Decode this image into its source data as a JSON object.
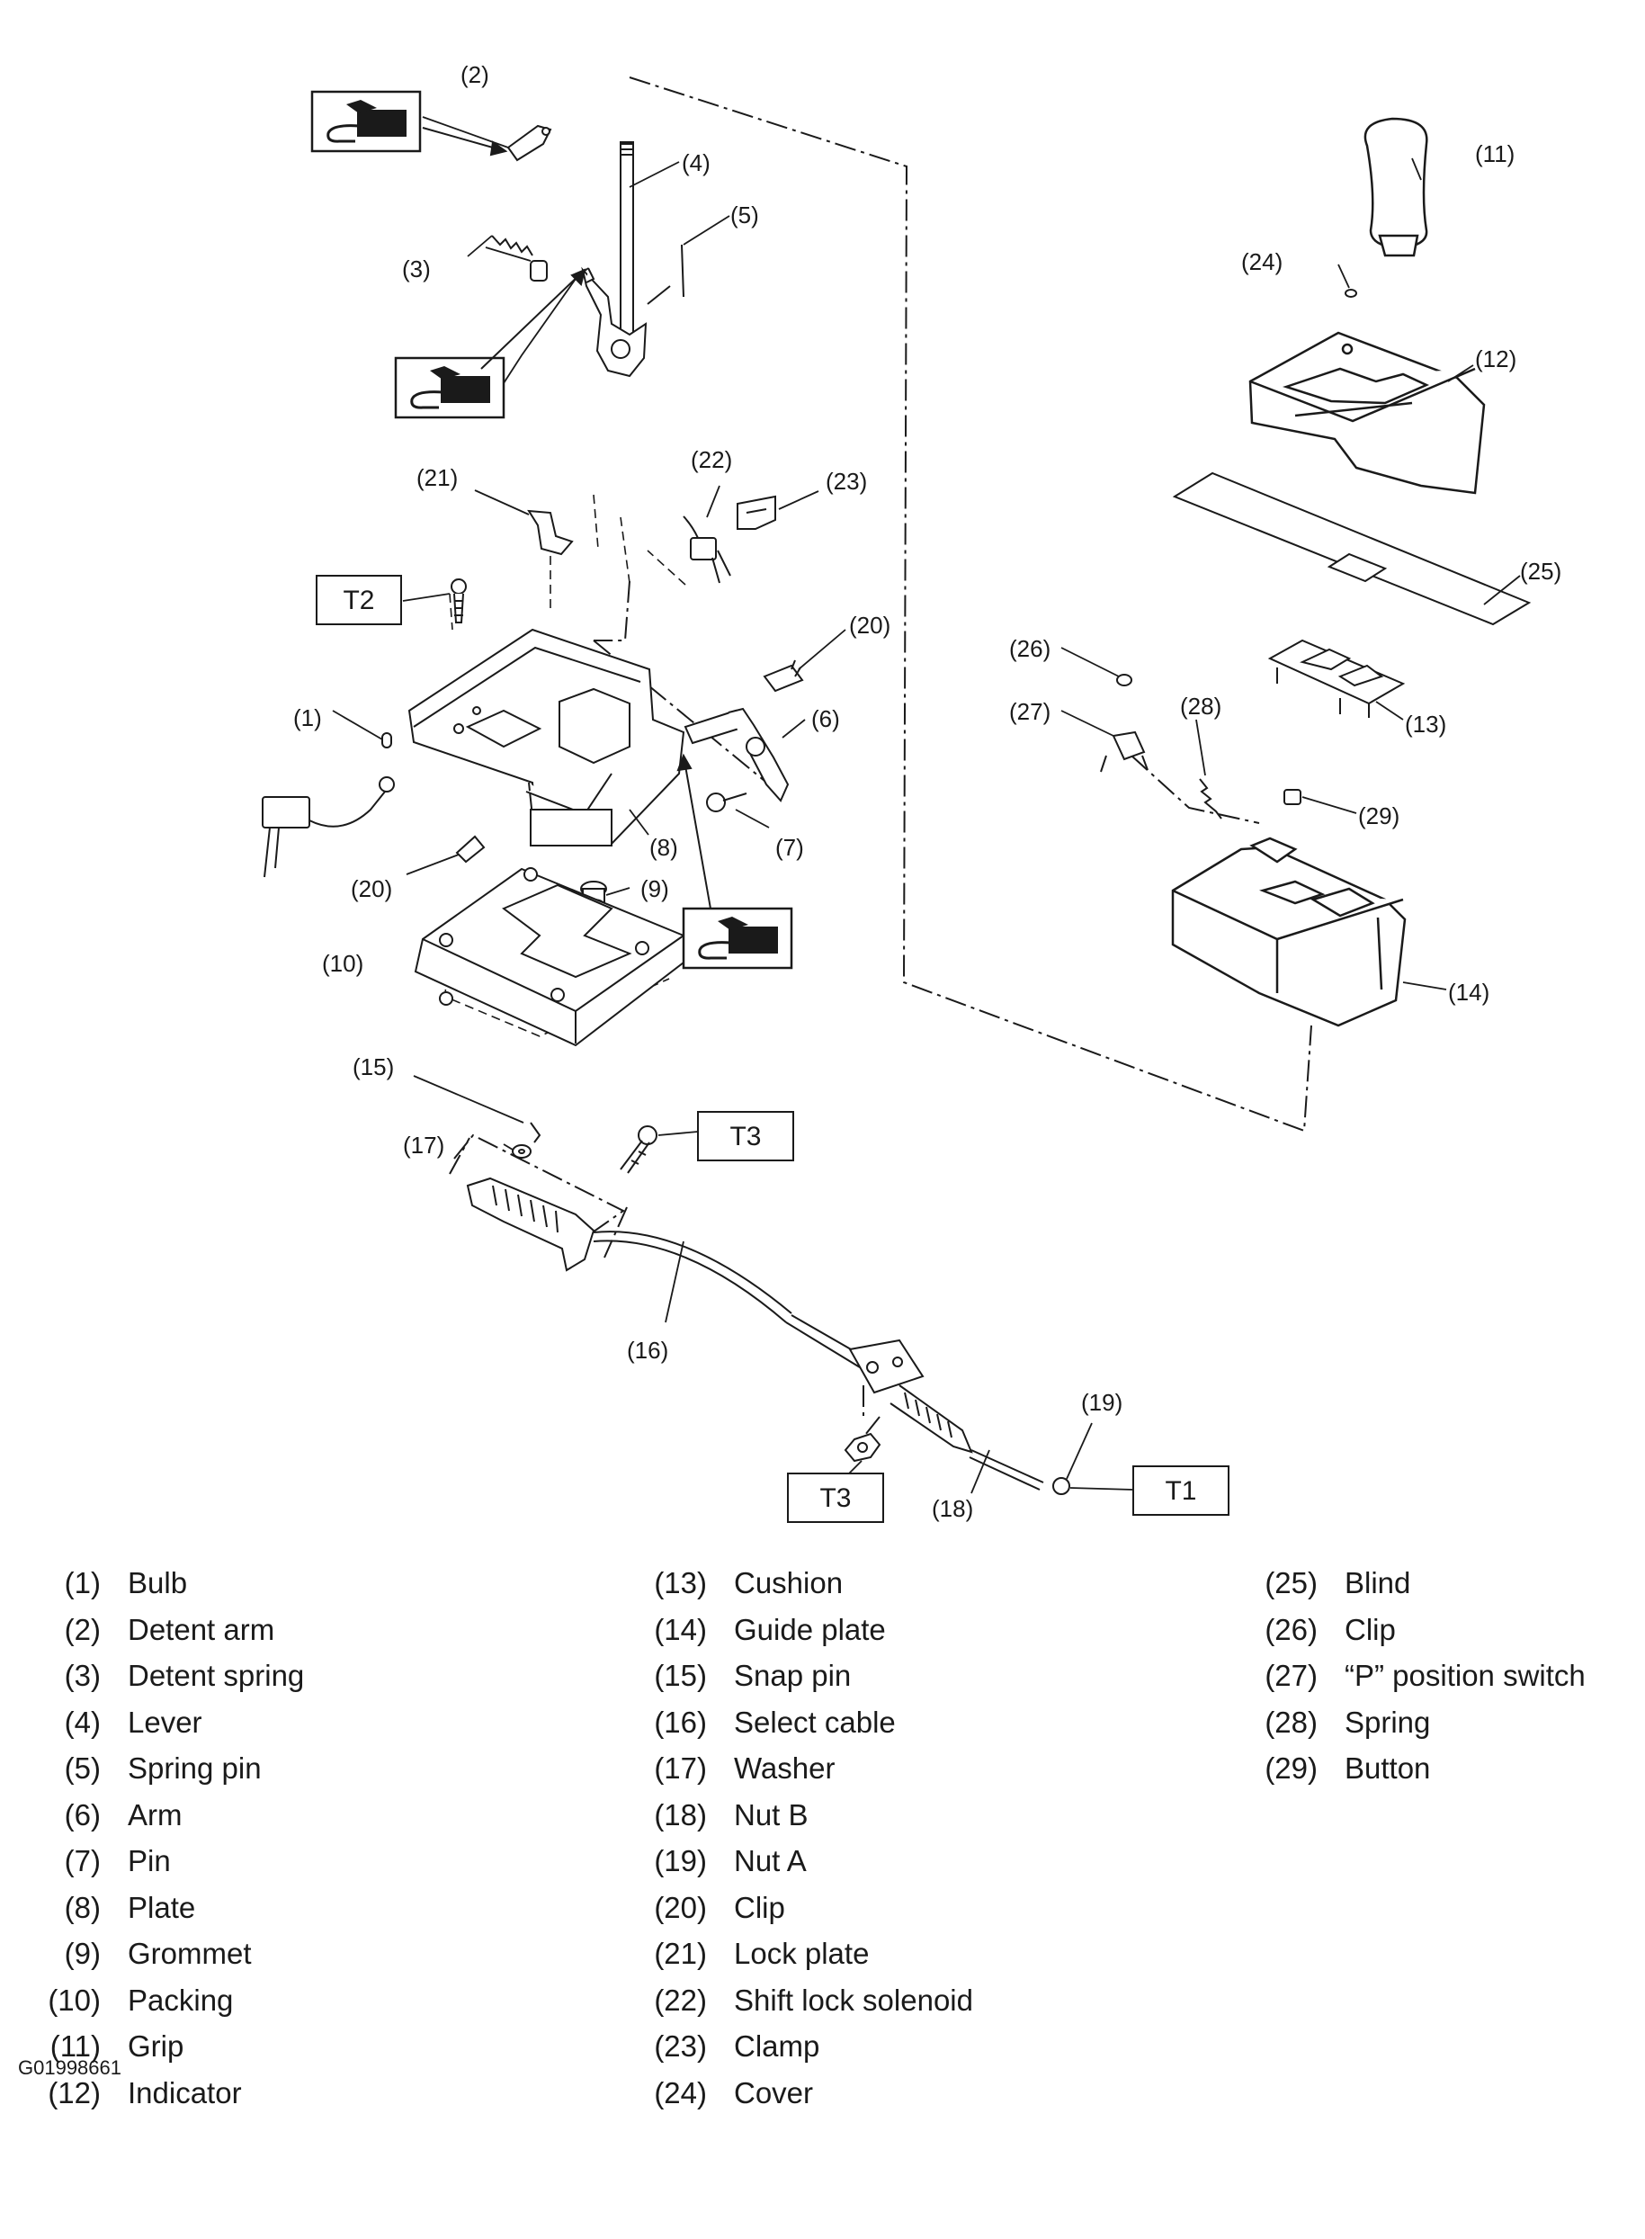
{
  "callouts": {
    "c1": "(1)",
    "c2": "(2)",
    "c3": "(3)",
    "c4": "(4)",
    "c5": "(5)",
    "c6": "(6)",
    "c7": "(7)",
    "c8": "(8)",
    "c9": "(9)",
    "c10": "(10)",
    "c11": "(11)",
    "c12": "(12)",
    "c13": "(13)",
    "c14": "(14)",
    "c15": "(15)",
    "c16": "(16)",
    "c17": "(17)",
    "c18": "(18)",
    "c19": "(19)",
    "c20a": "(20)",
    "c20b": "(20)",
    "c21": "(21)",
    "c22": "(22)",
    "c23": "(23)",
    "c24": "(24)",
    "c25": "(25)",
    "c26": "(26)",
    "c27": "(27)",
    "c28": "(28)",
    "c29": "(29)"
  },
  "torque_labels": {
    "t1": "T1",
    "t2": "T2",
    "t3a": "T3",
    "t3b": "T3"
  },
  "icons": {
    "grease": "grease-gun-icon"
  },
  "legend": {
    "col1": [
      {
        "num": "(1)",
        "name": "Bulb"
      },
      {
        "num": "(2)",
        "name": "Detent arm"
      },
      {
        "num": "(3)",
        "name": "Detent spring"
      },
      {
        "num": "(4)",
        "name": "Lever"
      },
      {
        "num": "(5)",
        "name": "Spring pin"
      },
      {
        "num": "(6)",
        "name": "Arm"
      },
      {
        "num": "(7)",
        "name": "Pin"
      },
      {
        "num": "(8)",
        "name": "Plate"
      },
      {
        "num": "(9)",
        "name": "Grommet"
      },
      {
        "num": "(10)",
        "name": "Packing"
      },
      {
        "num": "(11)",
        "name": "Grip"
      },
      {
        "num": "(12)",
        "name": "Indicator"
      }
    ],
    "col2": [
      {
        "num": "(13)",
        "name": "Cushion"
      },
      {
        "num": "(14)",
        "name": "Guide plate"
      },
      {
        "num": "(15)",
        "name": "Snap pin"
      },
      {
        "num": "(16)",
        "name": "Select cable"
      },
      {
        "num": "(17)",
        "name": "Washer"
      },
      {
        "num": "(18)",
        "name": "Nut B"
      },
      {
        "num": "(19)",
        "name": "Nut A"
      },
      {
        "num": "(20)",
        "name": "Clip"
      },
      {
        "num": "(21)",
        "name": "Lock plate"
      },
      {
        "num": "(22)",
        "name": "Shift lock solenoid"
      },
      {
        "num": "(23)",
        "name": "Clamp"
      },
      {
        "num": "(24)",
        "name": "Cover"
      }
    ],
    "col3": [
      {
        "num": "(25)",
        "name": "Blind"
      },
      {
        "num": "(26)",
        "name": "Clip"
      },
      {
        "num": "(27)",
        "name": "“P” position switch"
      },
      {
        "num": "(28)",
        "name": "Spring"
      },
      {
        "num": "(29)",
        "name": "Button"
      }
    ]
  },
  "figure_id": "G01998661"
}
